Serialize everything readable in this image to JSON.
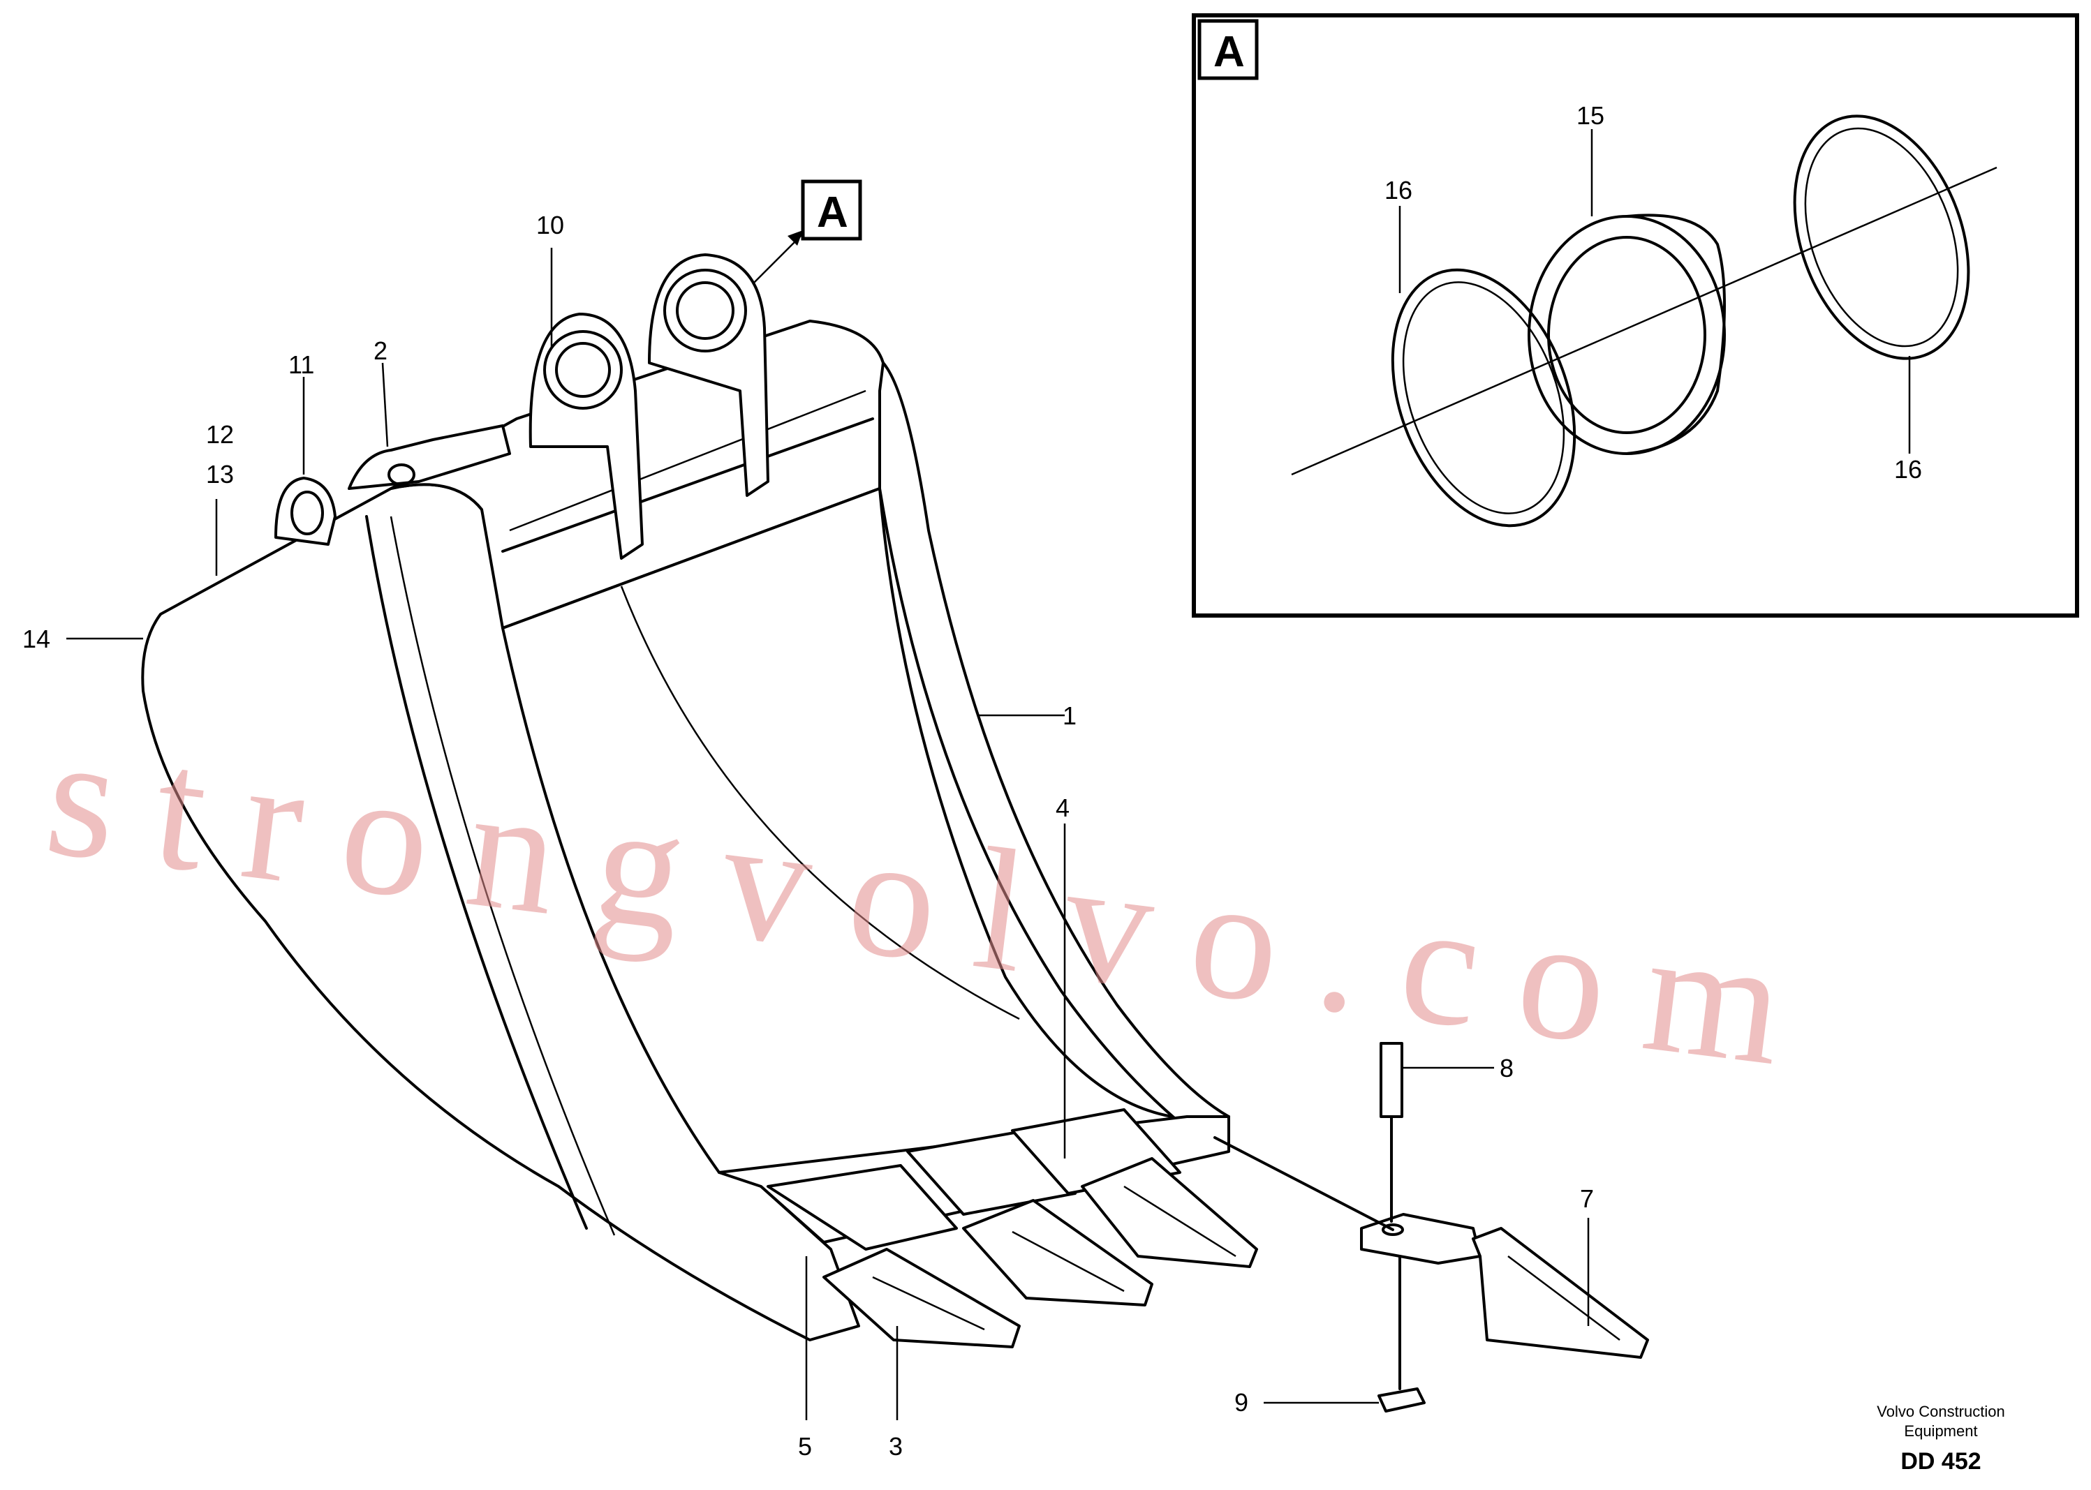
{
  "drawing": {
    "detail_tag": "A",
    "inset_tag": "A",
    "publisher_line1": "Volvo Construction",
    "publisher_line2": "Equipment",
    "drawing_number": "DD 452",
    "watermark": "strongvolvo.com"
  },
  "callouts": {
    "c1": "1",
    "c2": "2",
    "c3": "3",
    "c4": "4",
    "c5": "5",
    "c7": "7",
    "c8": "8",
    "c9": "9",
    "c10": "10",
    "c11": "11",
    "c12": "12",
    "c13": "13",
    "c14": "14",
    "c15": "15",
    "c16a": "16",
    "c16b": "16"
  }
}
